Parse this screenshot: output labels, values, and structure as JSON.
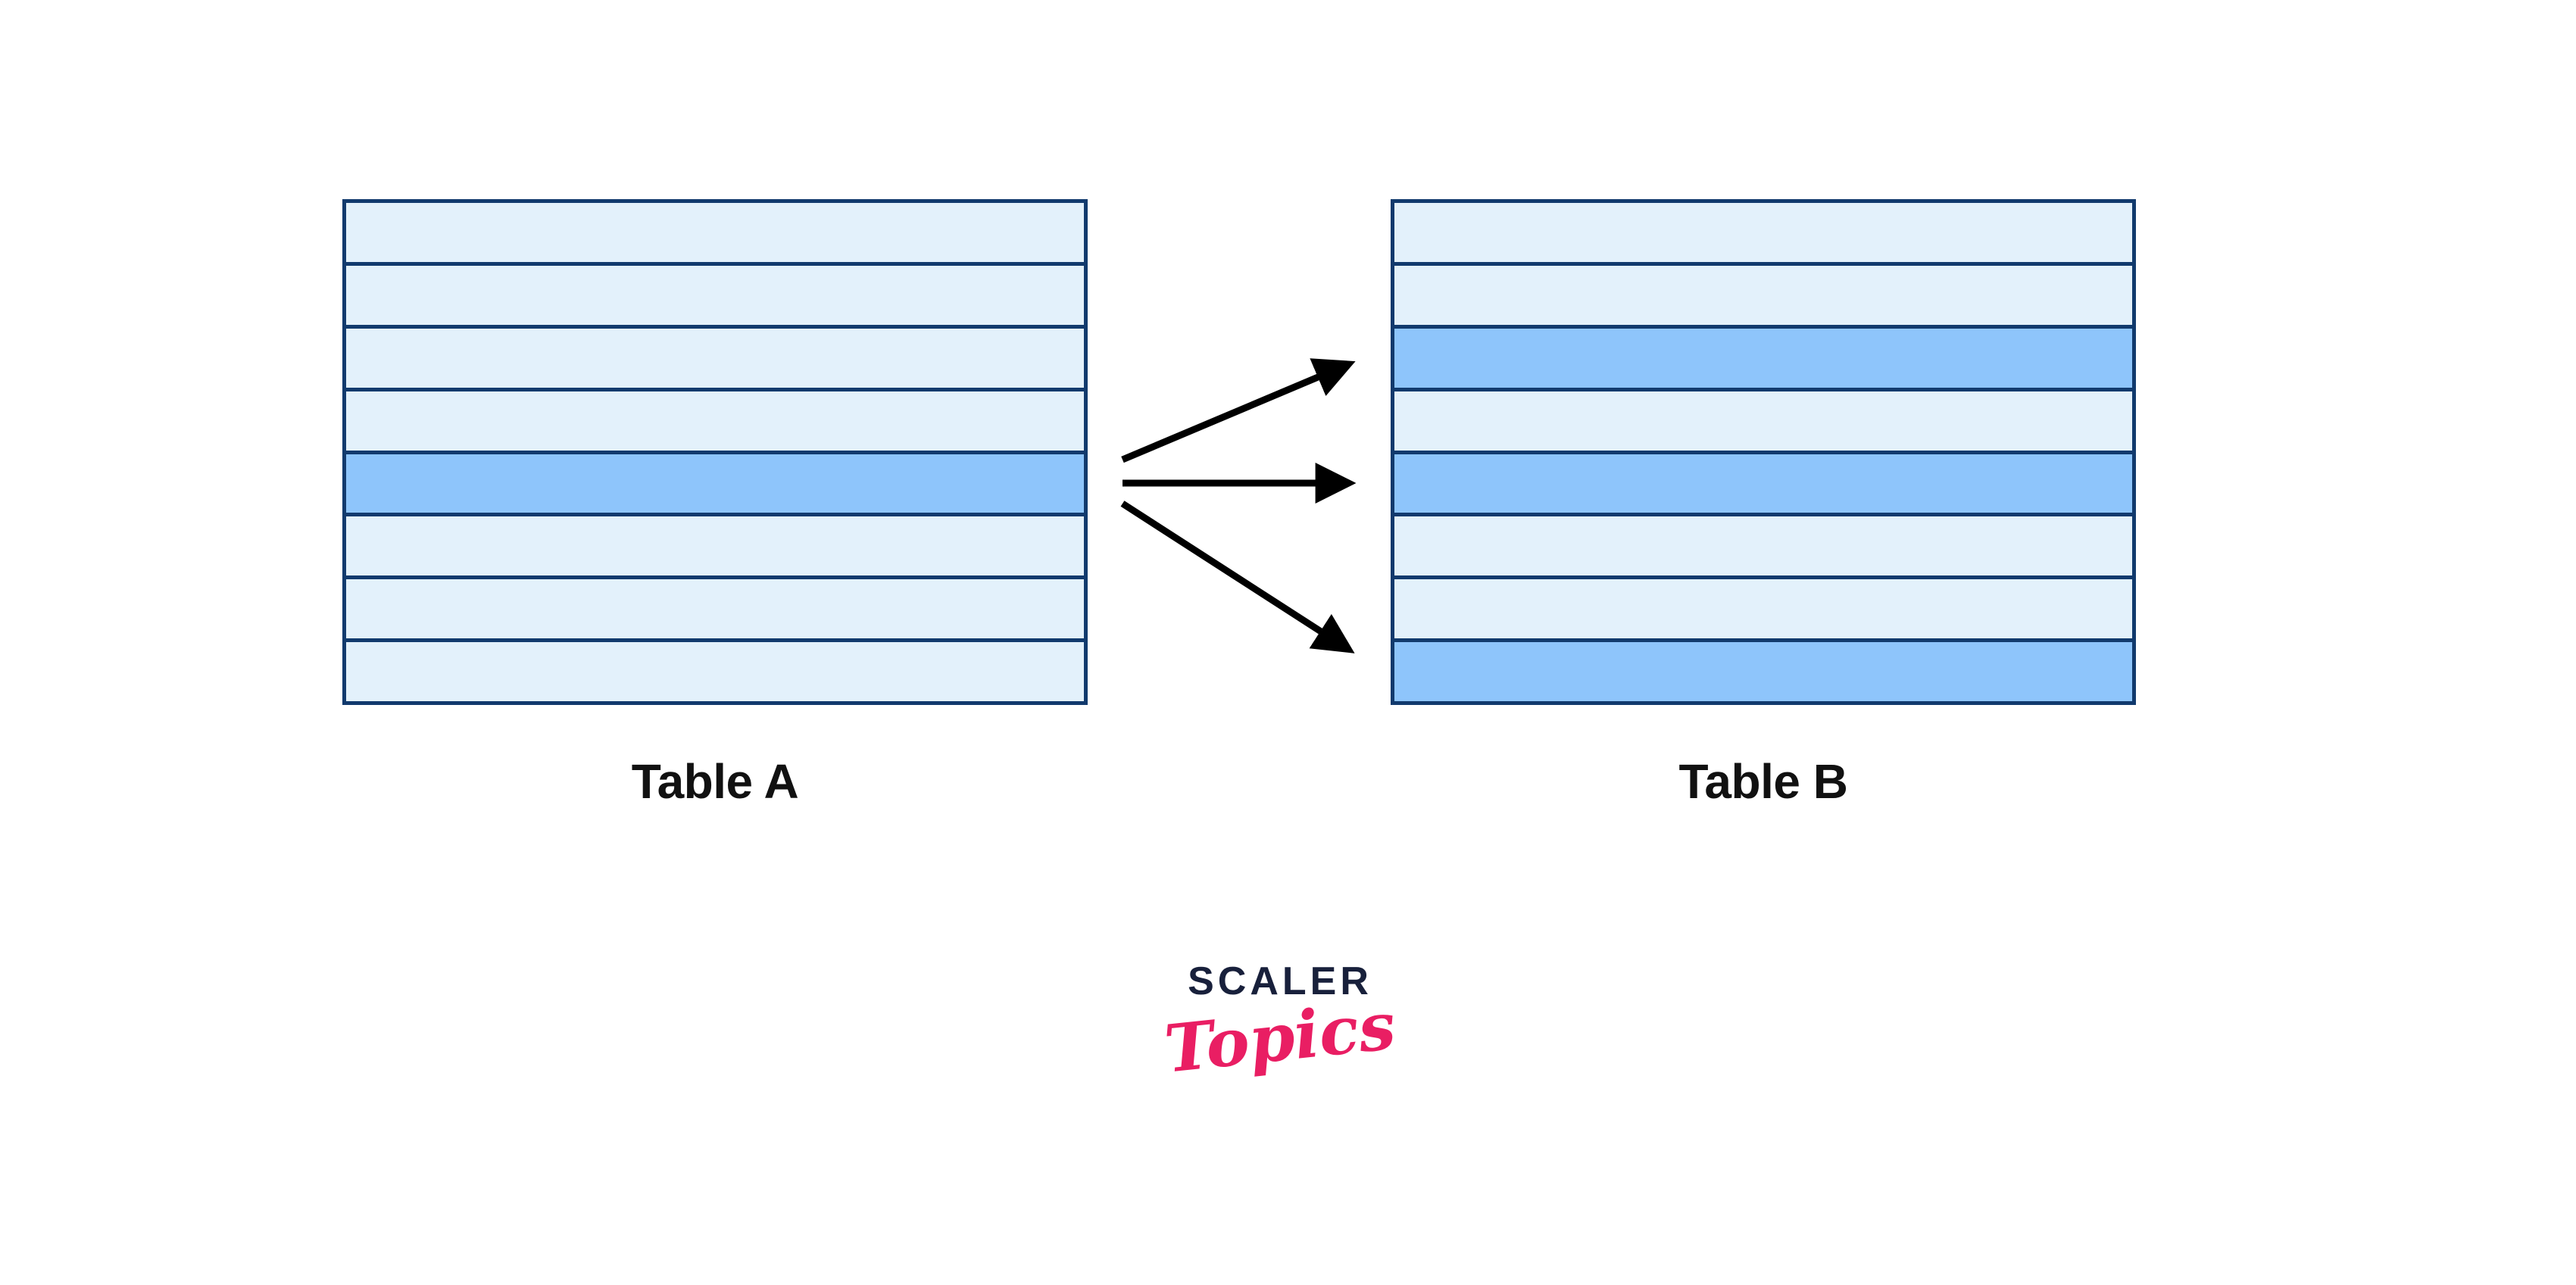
{
  "diagram": {
    "title": "Table A to Table B row mapping",
    "background_color": "#ffffff",
    "colors": {
      "row_fill": "#e3f1fb",
      "row_highlight_fill": "#8ec5fb",
      "border": "#113a6d",
      "arrow": "#000000",
      "logo_wordmark": "#18203b",
      "logo_script": "#e91e63"
    },
    "tables": [
      {
        "id": "table-a",
        "caption": "Table A",
        "row_count": 8,
        "rows": [
          {
            "index": 1,
            "highlighted": false
          },
          {
            "index": 2,
            "highlighted": false
          },
          {
            "index": 3,
            "highlighted": false
          },
          {
            "index": 4,
            "highlighted": false
          },
          {
            "index": 5,
            "highlighted": true
          },
          {
            "index": 6,
            "highlighted": false
          },
          {
            "index": 7,
            "highlighted": false
          },
          {
            "index": 8,
            "highlighted": false
          }
        ]
      },
      {
        "id": "table-b",
        "caption": "Table B",
        "row_count": 8,
        "rows": [
          {
            "index": 1,
            "highlighted": false
          },
          {
            "index": 2,
            "highlighted": false
          },
          {
            "index": 3,
            "highlighted": true
          },
          {
            "index": 4,
            "highlighted": false
          },
          {
            "index": 5,
            "highlighted": true
          },
          {
            "index": 6,
            "highlighted": false
          },
          {
            "index": 7,
            "highlighted": false
          },
          {
            "index": 8,
            "highlighted": true
          }
        ]
      }
    ],
    "arrows": [
      {
        "id": "arrow-upper",
        "from_table": "table-a",
        "from_row": 5,
        "to_table": "table-b",
        "to_row": 3,
        "direction": "up-right"
      },
      {
        "id": "arrow-middle",
        "from_table": "table-a",
        "from_row": 5,
        "to_table": "table-b",
        "to_row": 5,
        "direction": "right"
      },
      {
        "id": "arrow-lower",
        "from_table": "table-a",
        "from_row": 5,
        "to_table": "table-b",
        "to_row": 8,
        "direction": "down-right"
      }
    ]
  },
  "logo": {
    "wordmark": "SCALER",
    "script": "Topics"
  }
}
